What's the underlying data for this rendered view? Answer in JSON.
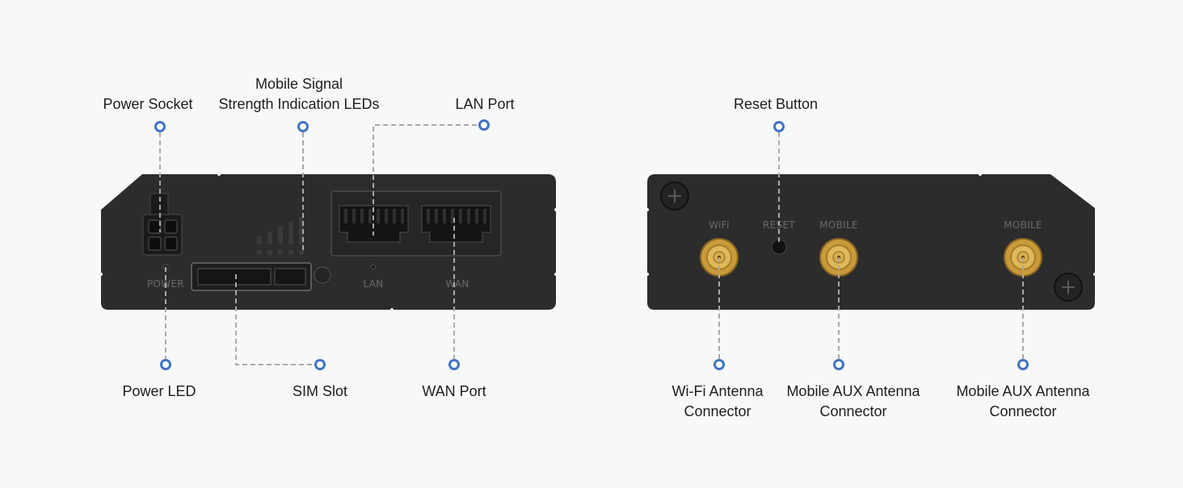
{
  "front_panel": {
    "labels": {
      "power_socket": "Power Socket",
      "mobile_signal_line1": "Mobile Signal",
      "mobile_signal_line2": "Strength Indication LEDs",
      "lan_port": "LAN Port",
      "power_led": "Power LED",
      "sim_slot": "SIM Slot",
      "wan_port": "WAN Port"
    },
    "printed": {
      "power": "POWER",
      "lan": "LAN",
      "wan": "WAN"
    }
  },
  "back_panel": {
    "labels": {
      "reset_button": "Reset Button",
      "wifi_antenna_line1": "Wi-Fi Antenna",
      "wifi_antenna_line2": "Connector",
      "mobile_aux_1_line1": "Mobile AUX Antenna",
      "mobile_aux_1_line2": "Connector",
      "mobile_aux_2_line1": "Mobile AUX Antenna",
      "mobile_aux_2_line2": "Connector"
    },
    "printed": {
      "wifi": "WiFi",
      "reset": "RESET",
      "mobile_1": "MOBILE",
      "mobile_2": "MOBILE"
    }
  },
  "colors": {
    "device_body": "#2c2c2c",
    "leader_line": "#a9a9a9",
    "marker": "#3f73c6",
    "connector_gold": "#c99a3a"
  }
}
